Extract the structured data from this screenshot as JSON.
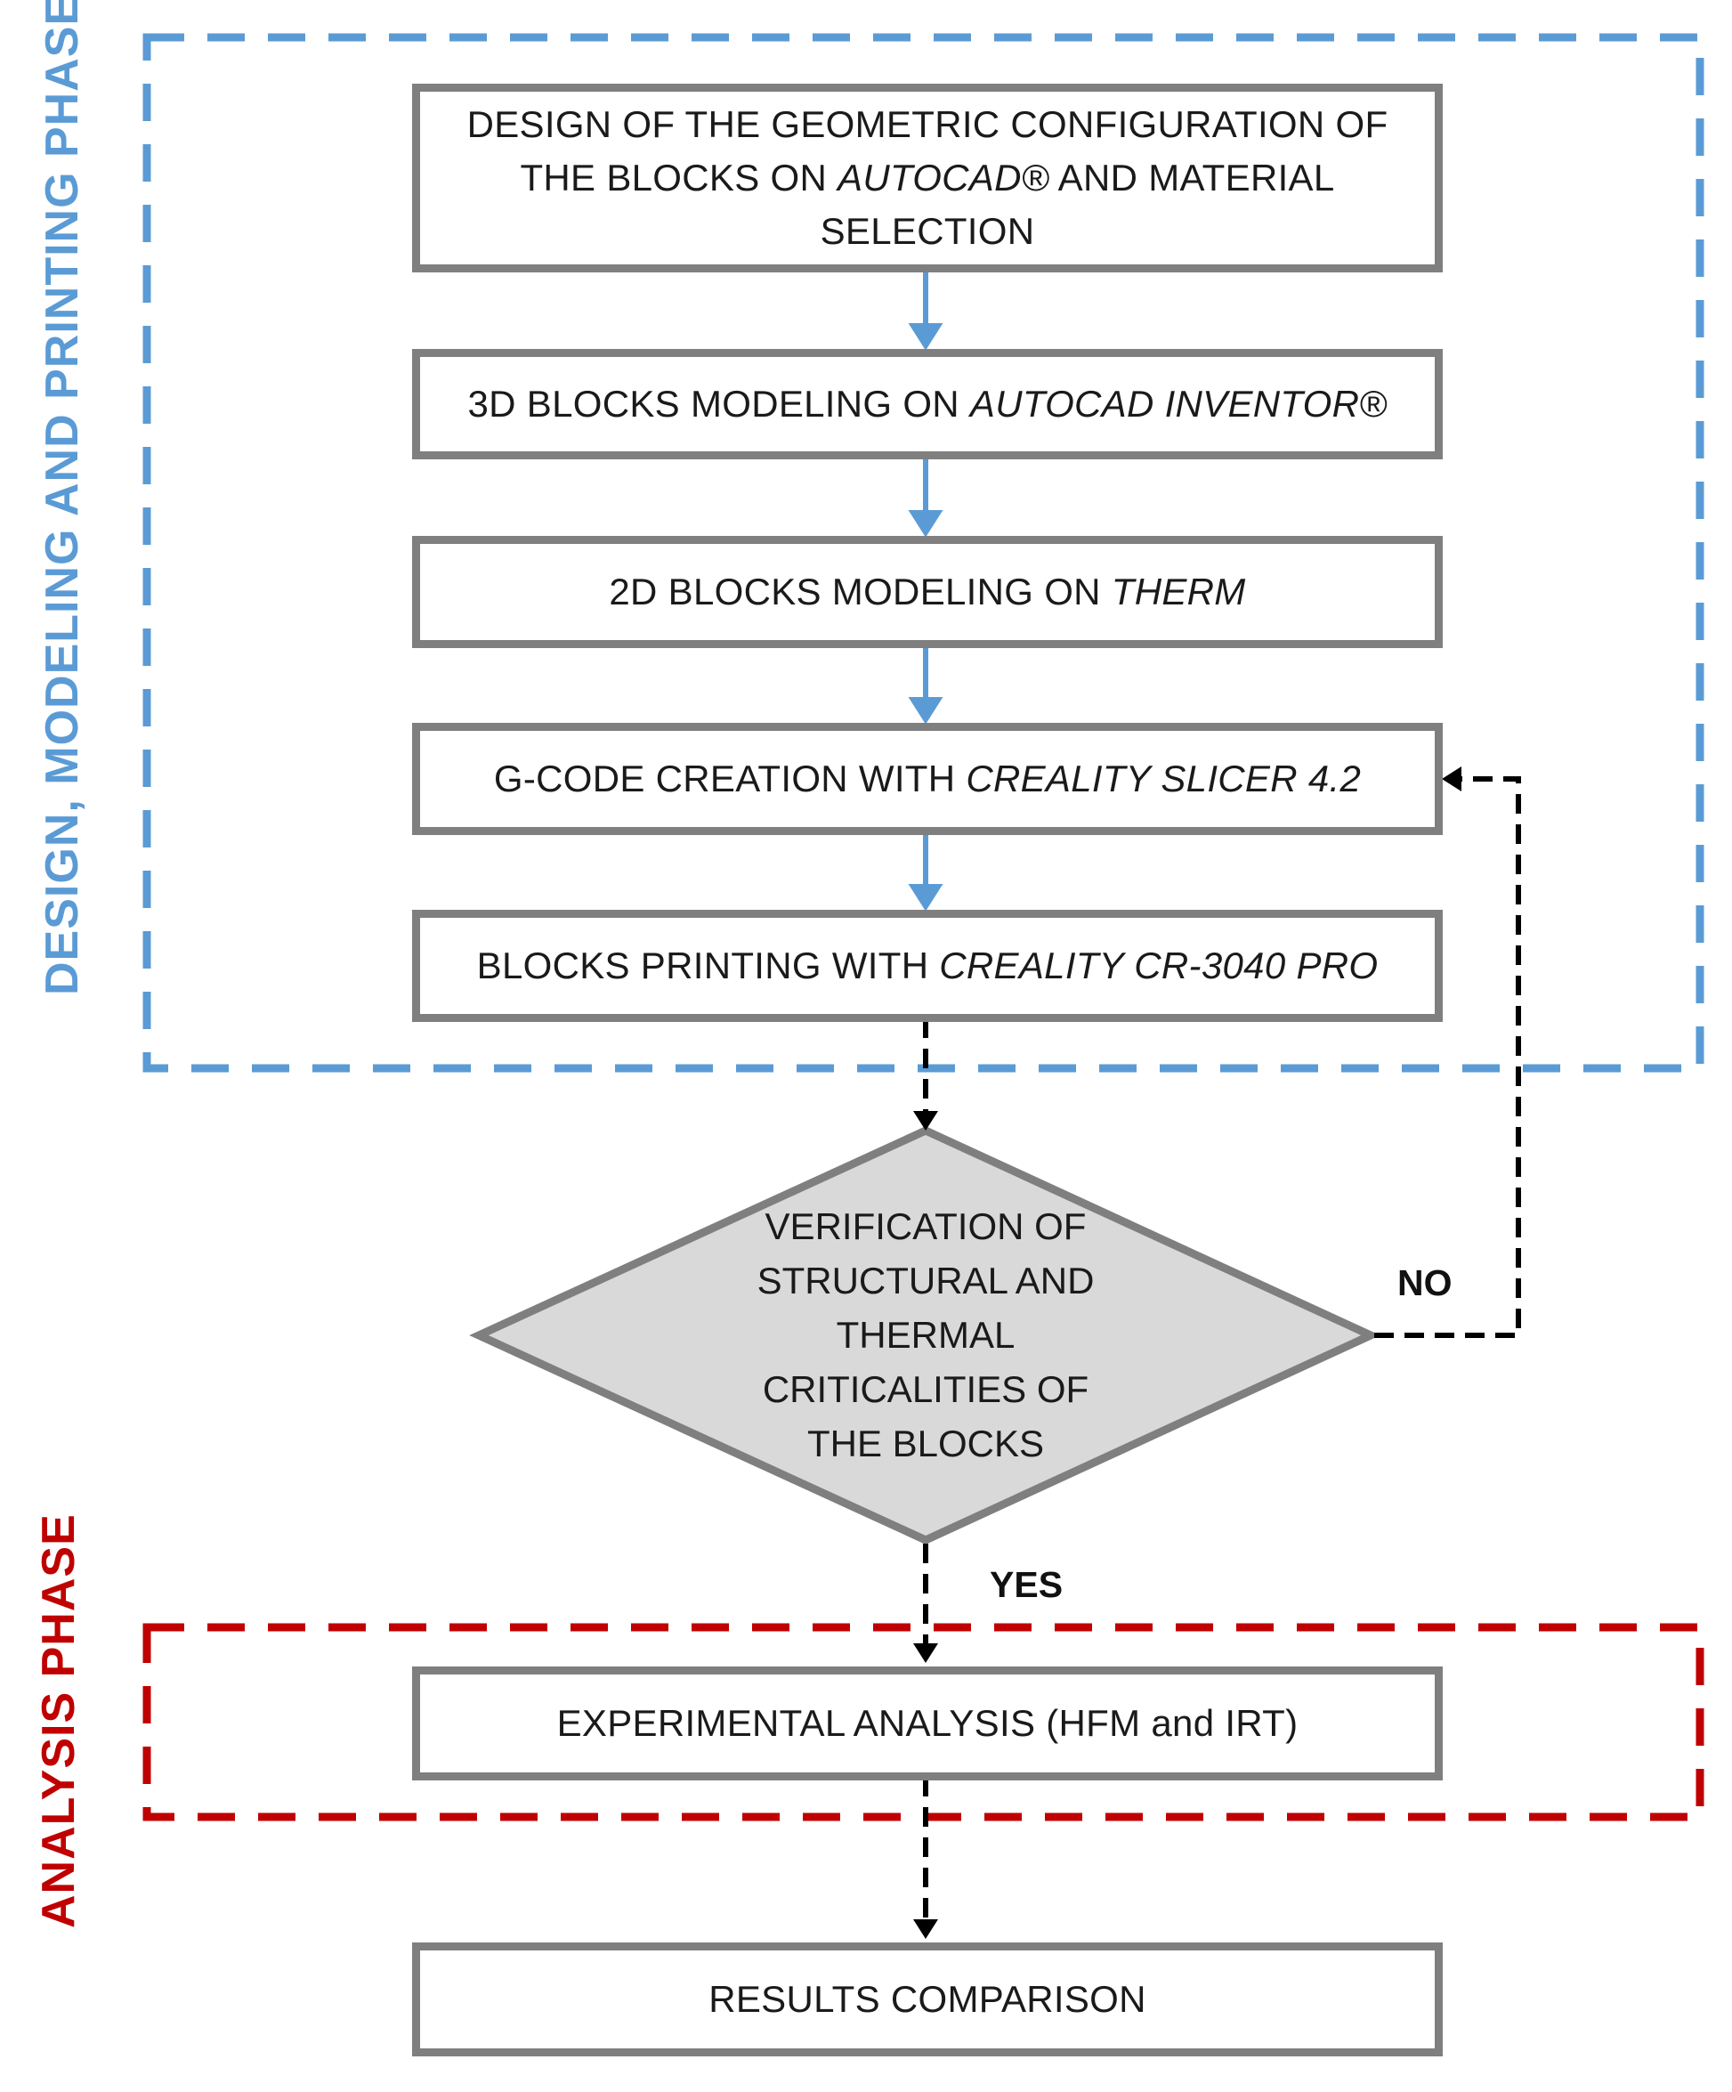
{
  "phases": {
    "design": {
      "label": "DESIGN, MODELING AND PRINTING PHASE",
      "color": "#5b9bd5"
    },
    "analysis": {
      "label": "ANALYSIS PHASE",
      "color": "#c00000"
    }
  },
  "steps": {
    "design_geometry": {
      "line1": "DESIGN OF THE GEOMETRIC CONFIGURATION OF",
      "line2_pre": "THE BLOCKS ON ",
      "line2_italic": "AUTOCAD®",
      "line2_post": " AND MATERIAL",
      "line3": "SELECTION"
    },
    "modeling_3d": {
      "pre": "3D BLOCKS MODELING ON ",
      "italic": "AUTOCAD INVENTOR®"
    },
    "modeling_2d": {
      "pre": "2D BLOCKS MODELING ON ",
      "italic": "THERM"
    },
    "gcode": {
      "pre": "G-CODE CREATION WITH ",
      "italic": "CREALITY SLICER 4.2"
    },
    "printing": {
      "pre": "BLOCKS PRINTING WITH ",
      "italic": "CREALITY CR-3040 PRO"
    },
    "experimental": {
      "text": "EXPERIMENTAL ANALYSIS (HFM and IRT)"
    },
    "results": {
      "text": "RESULTS COMPARISON"
    }
  },
  "decision": {
    "lines": [
      "VERIFICATION OF",
      "STRUCTURAL AND",
      "THERMAL",
      "CRITICALITIES OF",
      "THE BLOCKS"
    ],
    "no_label": "NO",
    "yes_label": "YES"
  },
  "colors": {
    "box_border": "#7f7f7f",
    "diamond_fill": "#d9d9d9",
    "arrow_blue": "#5b9bd5",
    "arrow_dashed": "#000000"
  }
}
